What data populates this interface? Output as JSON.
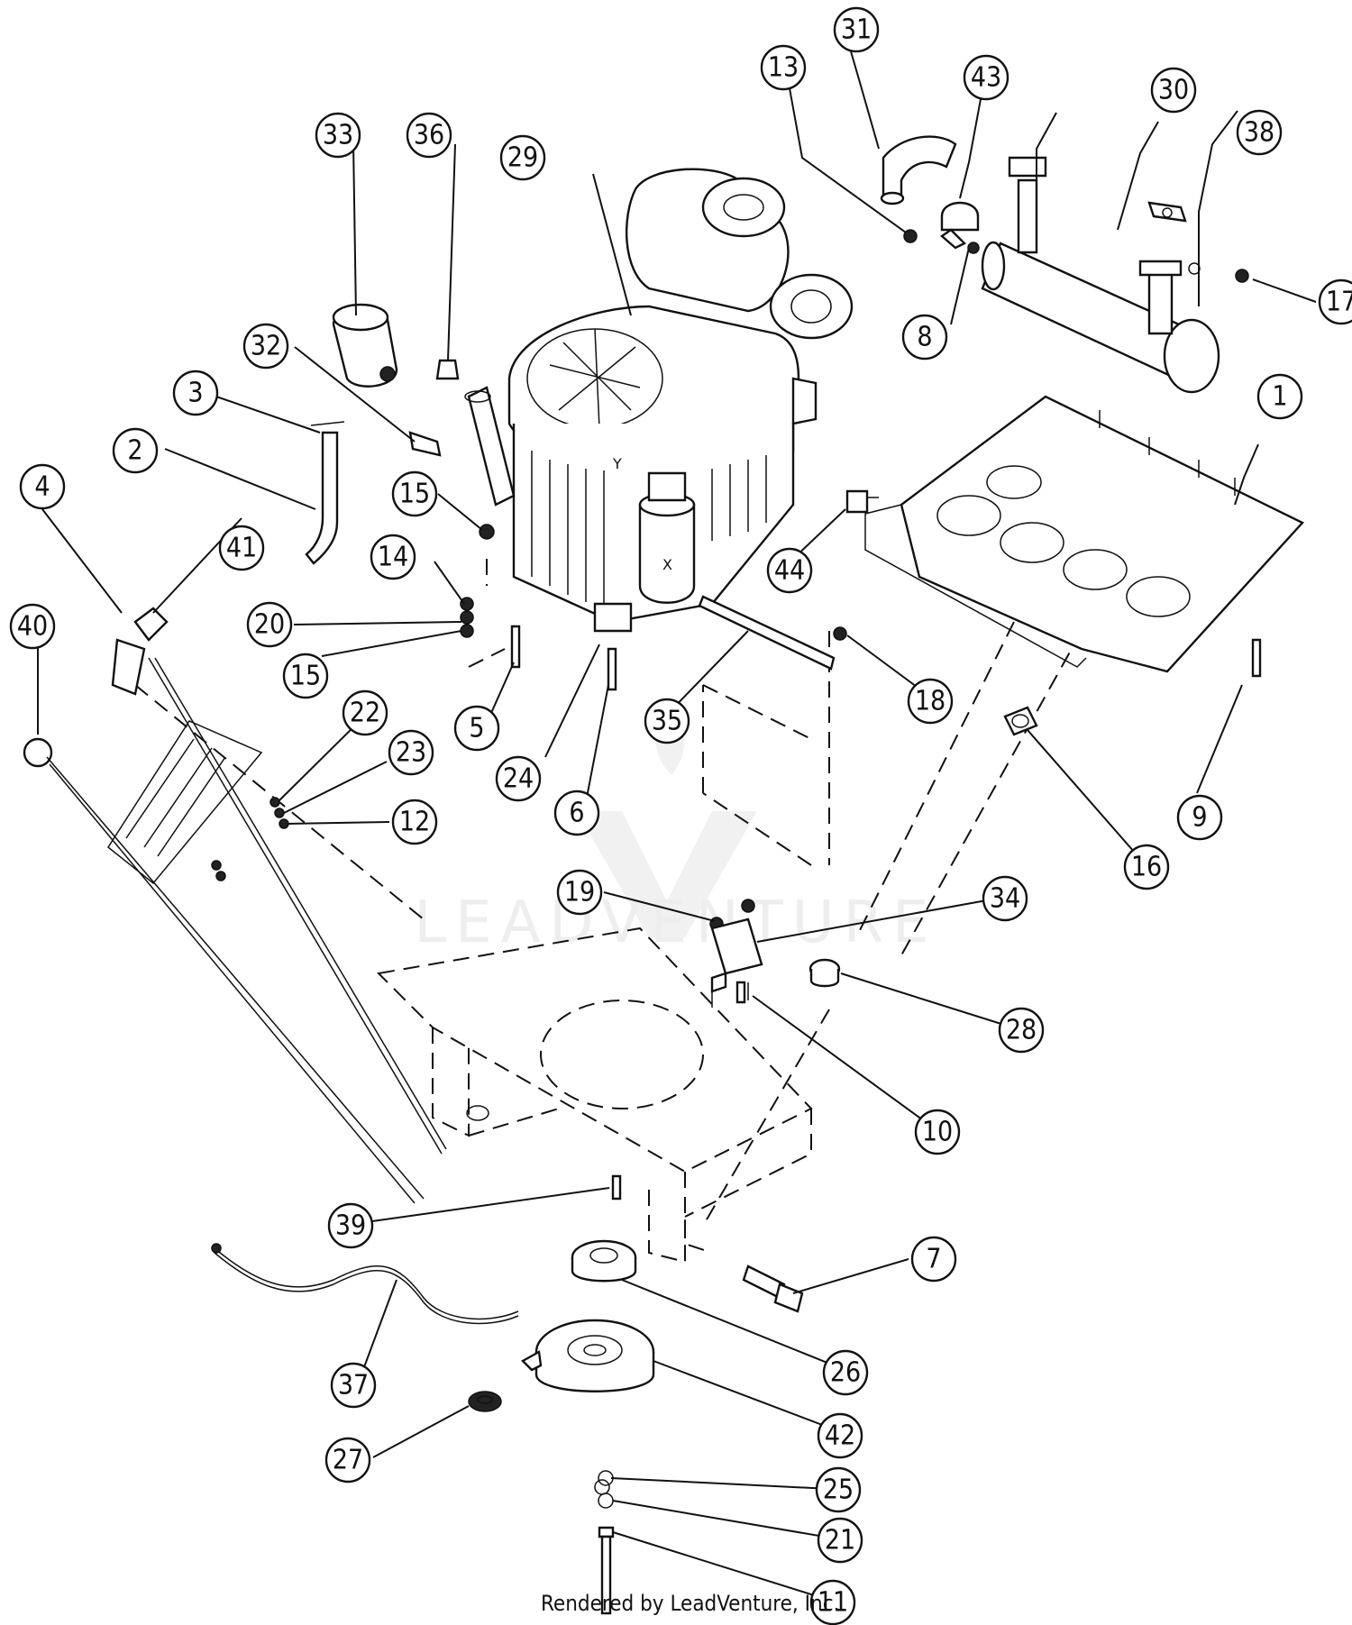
{
  "watermark": {
    "text": "LEADVENTURE"
  },
  "footer": {
    "rendered_by": "Rendered by LeadVenture, Inc."
  },
  "engine_marks": {
    "y_label": "Y",
    "x_label": "X"
  },
  "callouts": [
    {
      "id": "1",
      "label": "1"
    },
    {
      "id": "2",
      "label": "2"
    },
    {
      "id": "3",
      "label": "3"
    },
    {
      "id": "4",
      "label": "4"
    },
    {
      "id": "5",
      "label": "5"
    },
    {
      "id": "6",
      "label": "6"
    },
    {
      "id": "7",
      "label": "7"
    },
    {
      "id": "8",
      "label": "8"
    },
    {
      "id": "9",
      "label": "9"
    },
    {
      "id": "10",
      "label": "10"
    },
    {
      "id": "11",
      "label": "11"
    },
    {
      "id": "12",
      "label": "12"
    },
    {
      "id": "13",
      "label": "13"
    },
    {
      "id": "14",
      "label": "14"
    },
    {
      "id": "15a",
      "label": "15"
    },
    {
      "id": "15b",
      "label": "15"
    },
    {
      "id": "16",
      "label": "16"
    },
    {
      "id": "17",
      "label": "17"
    },
    {
      "id": "18",
      "label": "18"
    },
    {
      "id": "19",
      "label": "19"
    },
    {
      "id": "20",
      "label": "20"
    },
    {
      "id": "21",
      "label": "21"
    },
    {
      "id": "22",
      "label": "22"
    },
    {
      "id": "23",
      "label": "23"
    },
    {
      "id": "24",
      "label": "24"
    },
    {
      "id": "25",
      "label": "25"
    },
    {
      "id": "26",
      "label": "26"
    },
    {
      "id": "27",
      "label": "27"
    },
    {
      "id": "28",
      "label": "28"
    },
    {
      "id": "29",
      "label": "29"
    },
    {
      "id": "30",
      "label": "30"
    },
    {
      "id": "31",
      "label": "31"
    },
    {
      "id": "32",
      "label": "32"
    },
    {
      "id": "33",
      "label": "33"
    },
    {
      "id": "34",
      "label": "34"
    },
    {
      "id": "35",
      "label": "35"
    },
    {
      "id": "36",
      "label": "36"
    },
    {
      "id": "37",
      "label": "37"
    },
    {
      "id": "38",
      "label": "38"
    },
    {
      "id": "39",
      "label": "39"
    },
    {
      "id": "40",
      "label": "40"
    },
    {
      "id": "41",
      "label": "41"
    },
    {
      "id": "42",
      "label": "42"
    },
    {
      "id": "43",
      "label": "43"
    },
    {
      "id": "44",
      "label": "44"
    }
  ]
}
